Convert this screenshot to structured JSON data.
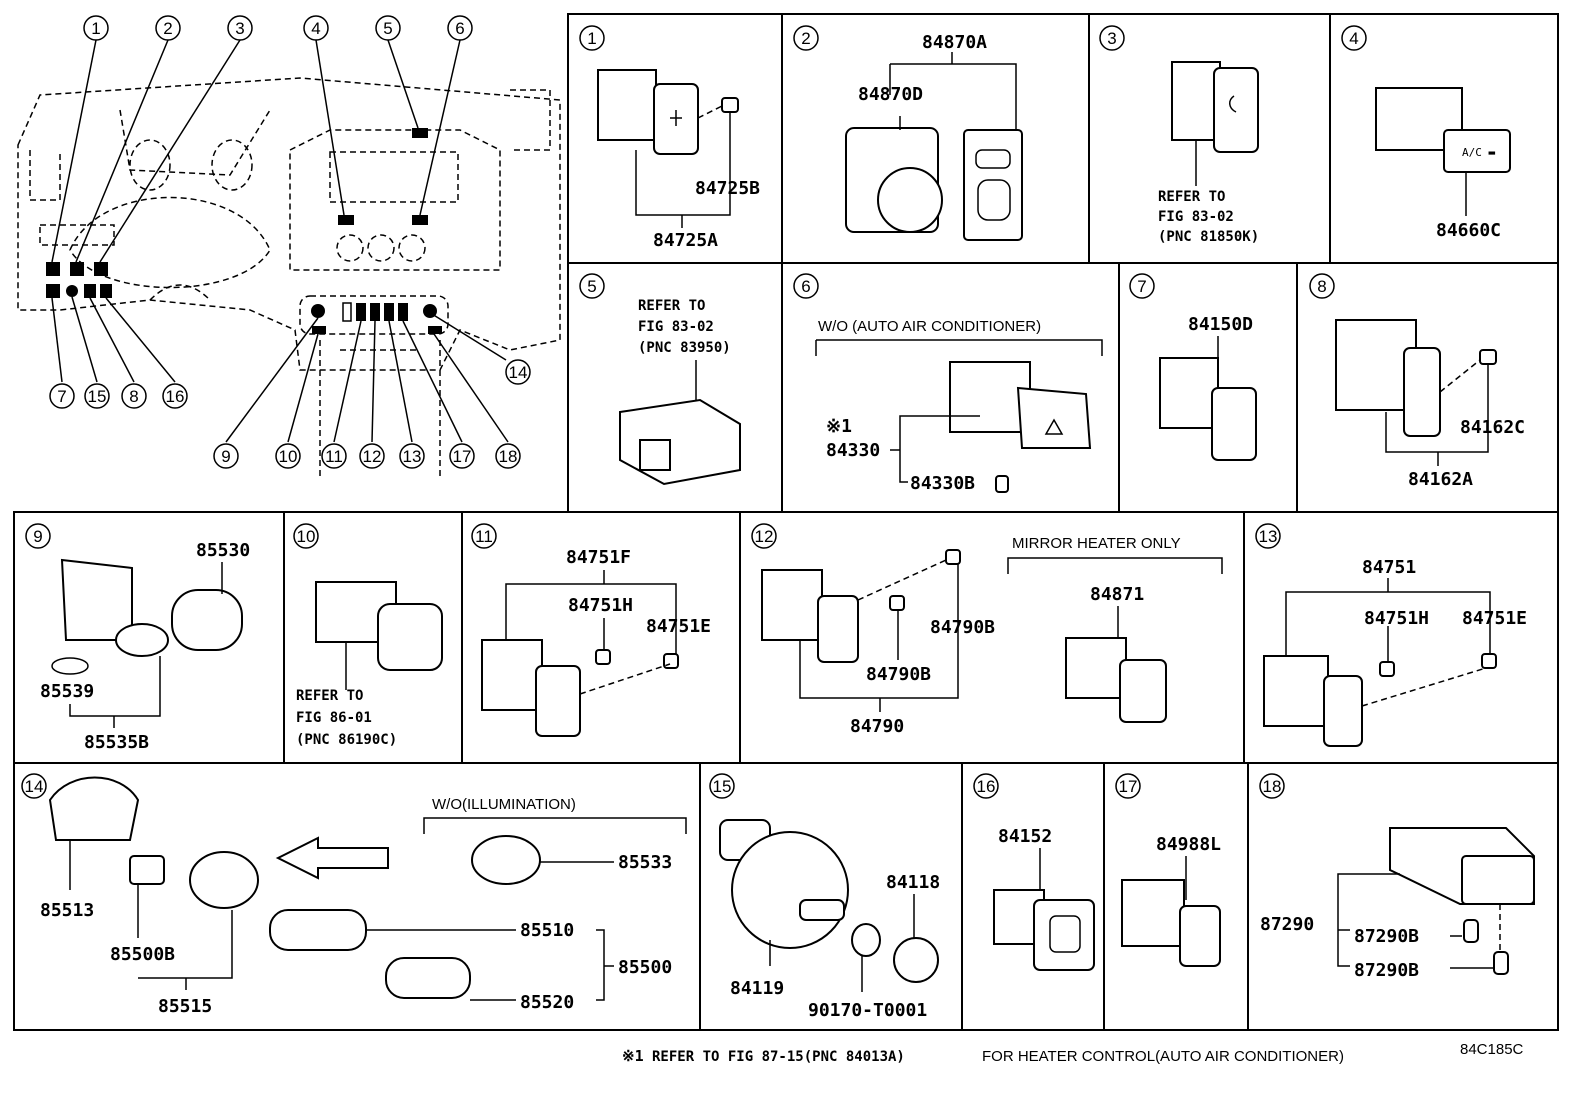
{
  "overview": {
    "callouts_top": [
      "1",
      "2",
      "3",
      "4",
      "5",
      "6"
    ],
    "callouts_bottom": [
      "7",
      "15",
      "8",
      "16",
      "9",
      "10",
      "11",
      "12",
      "13",
      "17",
      "18",
      "14"
    ]
  },
  "panels": [
    {
      "id": "1",
      "parts": [
        "84725B",
        "84725A"
      ]
    },
    {
      "id": "2",
      "parts": [
        "84870A",
        "84870D"
      ]
    },
    {
      "id": "3",
      "note": [
        "REFER TO",
        "FIG 83-02",
        "(PNC 81850K)"
      ]
    },
    {
      "id": "4",
      "parts": [
        "84660C"
      ]
    },
    {
      "id": "5",
      "note": [
        "REFER TO",
        "FIG 83-02",
        "(PNC 83950)"
      ]
    },
    {
      "id": "6",
      "caption": "W/O (AUTO AIR CONDITIONER)",
      "mark": "※1",
      "parts": [
        "84330",
        "84330B"
      ]
    },
    {
      "id": "7",
      "parts": [
        "84150D"
      ]
    },
    {
      "id": "8",
      "parts": [
        "84162C",
        "84162A"
      ]
    },
    {
      "id": "9",
      "parts": [
        "85530",
        "85539",
        "85535B"
      ]
    },
    {
      "id": "10",
      "note": [
        "REFER TO",
        "FIG 86-01",
        "(PNC 86190C)"
      ]
    },
    {
      "id": "11",
      "parts": [
        "84751F",
        "84751H",
        "84751E"
      ]
    },
    {
      "id": "12",
      "caption": "MIRROR HEATER ONLY",
      "parts": [
        "84790B",
        "84790B",
        "84790",
        "84871"
      ]
    },
    {
      "id": "13",
      "parts": [
        "84751",
        "84751H",
        "84751E"
      ]
    },
    {
      "id": "14",
      "caption": "W/O(ILLUMINATION)",
      "parts": [
        "85513",
        "85500B",
        "85515",
        "85533",
        "85510",
        "85500",
        "85520"
      ]
    },
    {
      "id": "15",
      "parts": [
        "84118",
        "84119",
        "90170-T0001"
      ]
    },
    {
      "id": "16",
      "parts": [
        "84152"
      ]
    },
    {
      "id": "17",
      "parts": [
        "84988L"
      ]
    },
    {
      "id": "18",
      "parts": [
        "87290",
        "87290B",
        "87290B"
      ]
    }
  ],
  "footer": {
    "mark": "※1",
    "ref": "REFER TO FIG 87-15(PNC 84013A)",
    "text": "FOR HEATER CONTROL(AUTO AIR CONDITIONER)",
    "code": "84C185C"
  }
}
